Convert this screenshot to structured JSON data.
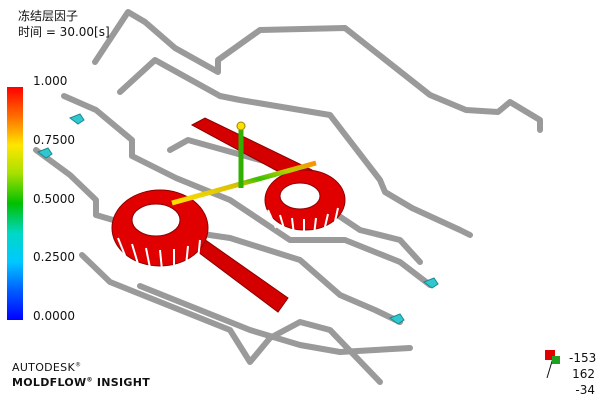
{
  "header": {
    "result_title": "冻结层因子",
    "time_label": "时间 = 30.00[s]"
  },
  "color_scale": {
    "ticks": [
      "1.000",
      "0.7500",
      "0.5000",
      "0.2500",
      "0.0000"
    ]
  },
  "logo": {
    "line1": "AUTODESK",
    "line2": "MOLDFLOW",
    "line2b": "INSIGHT"
  },
  "triad": {
    "x": "-153",
    "y": "162",
    "z": "-34"
  },
  "colors": {
    "part": "#e00000",
    "channel": "#a8a8a8",
    "coolant_inlet": "#30c8d0"
  }
}
